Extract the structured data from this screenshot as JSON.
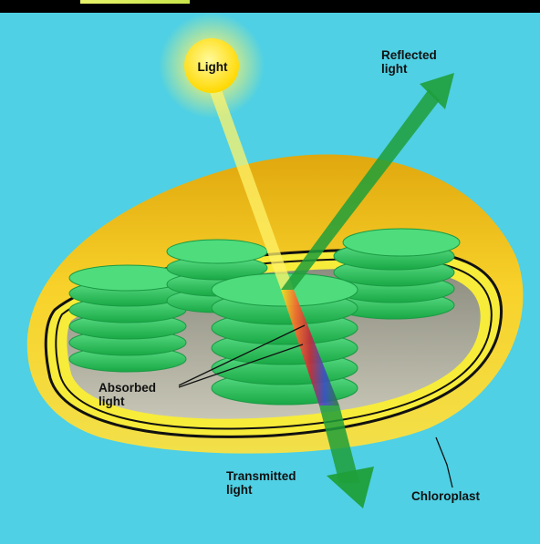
{
  "labels": {
    "light": "Light",
    "reflected": "Reflected\nlight",
    "absorbed": "Absorbed\nlight",
    "transmitted": "Transmitted\nlight",
    "chloroplast": "Chloroplast"
  },
  "icons": [
    "sun-icon",
    "reflected-arrow-icon",
    "transmitted-arrow-icon"
  ],
  "colors": {
    "background": "#4fd0e4",
    "outer_membrane": "#f2c51a",
    "stroma": "#a8a899",
    "thylakoid": "#2fc45a",
    "arrow": "#1f9f3a",
    "sun": "#ffe52a"
  }
}
